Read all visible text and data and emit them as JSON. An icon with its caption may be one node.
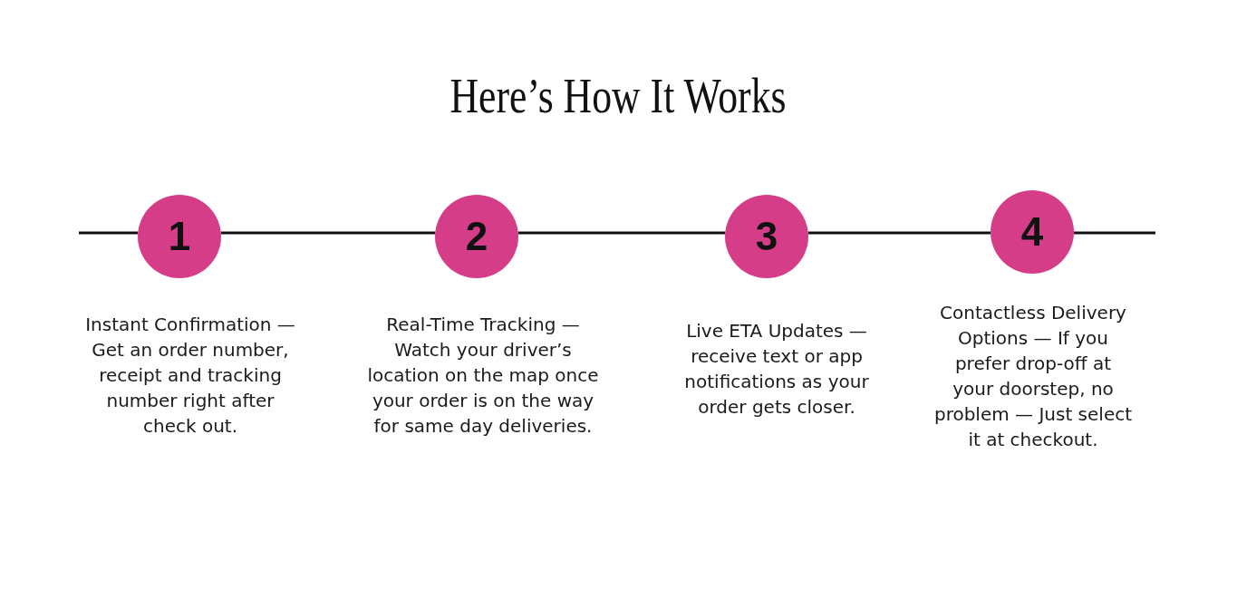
{
  "diagram": {
    "title": "Here’s How It Works",
    "nodes": [
      {
        "text": [
          "1"
        ],
        "beside": [
          "Instant Confirmation — Get an order number, receipt and tracking number right after check out."
        ]
      },
      {
        "text": [
          "2"
        ],
        "beside": [
          "Real-Time Tracking — Watch your driver’s location on the map once your order is on the way for same day deliveries."
        ]
      },
      {
        "text": [
          "3"
        ],
        "beside": [
          "Live ETA Updates — receive text or app notifications as your order gets closer."
        ]
      },
      {
        "text": [
          "4"
        ],
        "beside": [
          "Contactless Delivery Options — If you prefer drop-off at your doorstep, no problem — Just select it at checkout."
        ]
      }
    ],
    "edges": [
      {
        "from": null,
        "to": 0,
        "arrow": "none"
      },
      {
        "from": 0,
        "to": 1,
        "arrow": "none"
      },
      {
        "from": 1,
        "to": 2,
        "arrow": "none"
      },
      {
        "from": 2,
        "to": 3,
        "arrow": "none"
      },
      {
        "from": 3,
        "to": null,
        "arrow": "none"
      }
    ]
  }
}
